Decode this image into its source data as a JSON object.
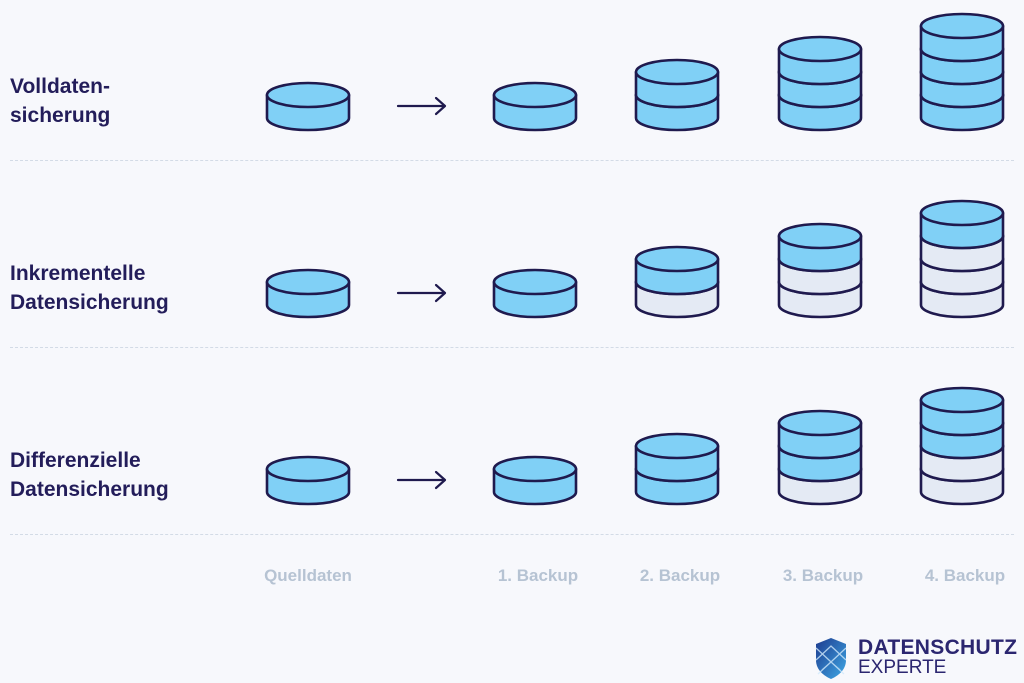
{
  "rows": [
    {
      "label": "Voll­daten-\nsicherung",
      "stacks": [
        [
          "blue"
        ],
        [
          "blue"
        ],
        [
          "blue",
          "blue"
        ],
        [
          "blue",
          "blue",
          "blue"
        ],
        [
          "blue",
          "blue",
          "blue",
          "blue"
        ]
      ]
    },
    {
      "label": "Inkrementelle\nDatensicherung",
      "stacks": [
        [
          "blue"
        ],
        [
          "blue"
        ],
        [
          "light",
          "blue"
        ],
        [
          "light",
          "light",
          "blue"
        ],
        [
          "light",
          "light",
          "light",
          "blue"
        ]
      ]
    },
    {
      "label": "Differenzielle\nDatensicherung",
      "stacks": [
        [
          "blue"
        ],
        [
          "blue"
        ],
        [
          "blue",
          "blue"
        ],
        [
          "light",
          "blue",
          "blue"
        ],
        [
          "light",
          "light",
          "blue",
          "blue"
        ]
      ]
    }
  ],
  "columns": [
    "Quelldaten",
    "1. Backup",
    "2. Backup",
    "3. Backup",
    "4. Backup"
  ],
  "arrow_icon": "arrow-right-icon",
  "logo": {
    "line1": "DATENSCHUTZ",
    "line2": "EXPERTE"
  },
  "colors": {
    "blue": "#80d0f6",
    "light": "#e4eaf4",
    "stroke": "#1f1a4e",
    "text": "#231d5a",
    "muted": "#b6c3d3"
  }
}
